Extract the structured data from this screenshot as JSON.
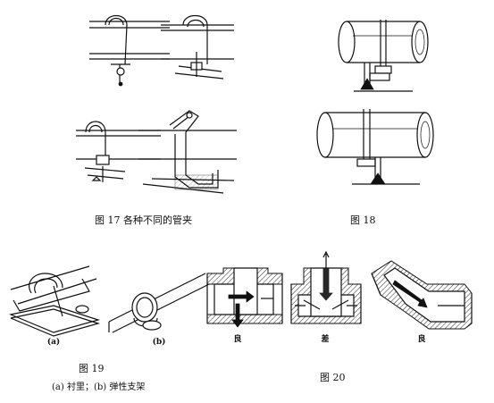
{
  "figure17": {
    "caption": "图    17   各种不同的管夹"
  },
  "figure18": {
    "caption": "图    18"
  },
  "figure19": {
    "caption": "图    19",
    "subcaption": "(a) 衬里；(b) 弹性支架",
    "labels": [
      "(a)",
      "(b)"
    ]
  },
  "figure20": {
    "caption": "图    20",
    "labels": [
      "良",
      "差",
      "良"
    ]
  }
}
